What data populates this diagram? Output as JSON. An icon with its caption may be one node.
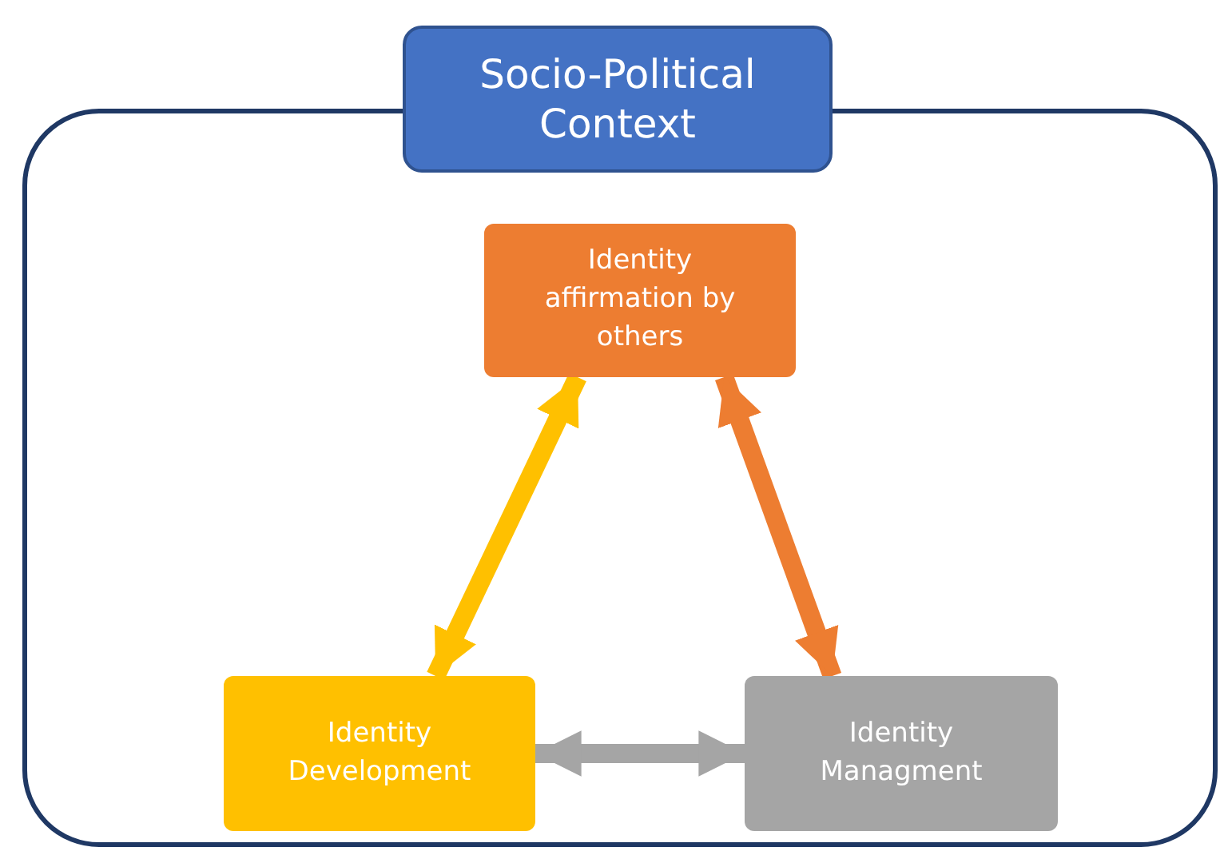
{
  "diagram": {
    "nodes": [
      {
        "text": [
          "Socio-Political Context"
        ]
      },
      {
        "text": [
          "Identity affirmation by others"
        ],
        "in": 0
      },
      {
        "text": [
          "Identity Development"
        ],
        "in": 0
      },
      {
        "text": [
          "Identity Managment"
        ],
        "in": 0
      }
    ],
    "edges": [
      {
        "from": 2,
        "to": 1,
        "arrow": "both",
        "color": "#ffc000"
      },
      {
        "from": 1,
        "to": 3,
        "arrow": "both",
        "color": "#ed7d31"
      },
      {
        "from": 2,
        "to": 3,
        "arrow": "both",
        "color": "#a5a5a5"
      }
    ]
  }
}
